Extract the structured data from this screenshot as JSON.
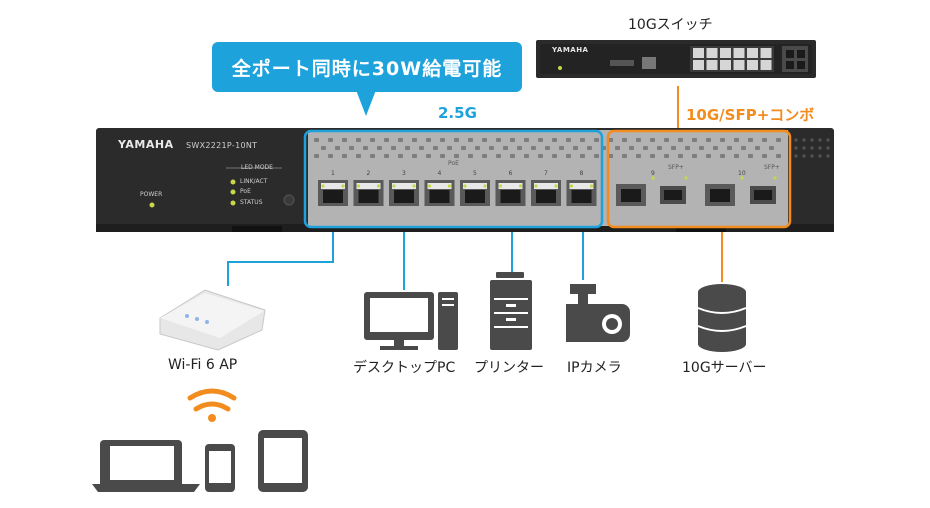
{
  "callout": {
    "text": "全ポート同時に30W給電可能"
  },
  "groups": {
    "poe_ports_label": "2.5G",
    "uplink_label": "10G/SFP+コンボ"
  },
  "top_switch": {
    "label": "10Gスイッチ",
    "brand": "YAMAHA"
  },
  "main_switch": {
    "brand": "YAMAHA",
    "model": "SWX2221P-10NT",
    "led_mode_title": "LED MODE",
    "led_modes": [
      "LINK/ACT",
      "PoE",
      "STATUS"
    ],
    "power_label": "POWER",
    "poe_label": "PoE",
    "port_numbers": [
      "1",
      "2",
      "3",
      "4",
      "5",
      "6",
      "7",
      "8"
    ],
    "uplink_numbers": [
      "9",
      "10"
    ],
    "sfp_label": "SFP+"
  },
  "devices": {
    "ap": "Wi-Fi 6 AP",
    "desktop": "デスクトップPC",
    "printer": "プリンター",
    "camera": "IPカメラ",
    "server": "10Gサーバー"
  },
  "colors": {
    "blue": "#1ea2dc",
    "orange": "#f28c1e",
    "icon_gray": "#4a4a4a",
    "chassis": "#2b2b2b"
  }
}
